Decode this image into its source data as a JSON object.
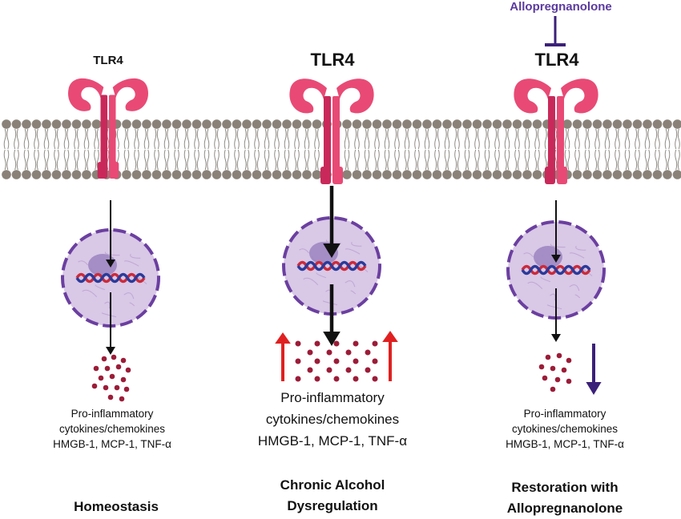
{
  "inhibitor_label": "Allopregnanolone",
  "panels": [
    {
      "receptor": "TLR4",
      "cytokine_line1": "Pro-inflammatory",
      "cytokine_line2": "cytokines/chemokines",
      "cytokine_line3": "HMGB-1, MCP-1, TNF-α",
      "condition_line1": "Homeostasis",
      "condition_line2": ""
    },
    {
      "receptor": "TLR4",
      "cytokine_line1": "Pro-inflammatory",
      "cytokine_line2": "cytokines/chemokines",
      "cytokine_line3": "HMGB-1, MCP-1, TNF-α",
      "condition_line1": "Chronic Alcohol",
      "condition_line2": "Dysregulation"
    },
    {
      "receptor": "TLR4",
      "cytokine_line1": "Pro-inflammatory",
      "cytokine_line2": "cytokines/chemokines",
      "cytokine_line3": "HMGB-1, MCP-1, TNF-α",
      "condition_line1": "Restoration with",
      "condition_line2": "Allopregnanolone"
    }
  ],
  "colors": {
    "receptor": "#e84a75",
    "receptor_dark": "#c9295a",
    "lipid_head": "#8a8279",
    "nucleus_fill": "#d9c8e6",
    "nucleus_border": "#6b3fa0",
    "dna_red": "#cc2a3a",
    "dna_blue": "#2a3a9a",
    "cytokine_dot": "#9c1c38",
    "increase_arrow": "#e02020",
    "decrease_arrow": "#3b2079",
    "inhibitor": "#3b2079"
  }
}
